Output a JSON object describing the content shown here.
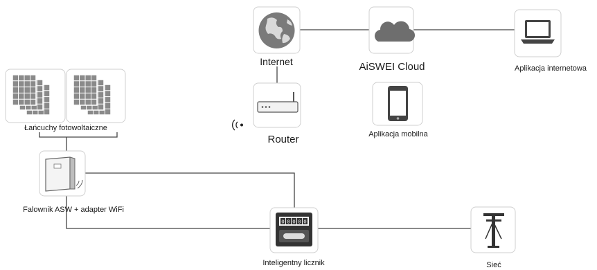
{
  "nodes": {
    "internet": {
      "label": "Internet",
      "icon": "globe-icon"
    },
    "cloud": {
      "label": "AiSWEI Cloud",
      "icon": "cloud-icon"
    },
    "web_app": {
      "label": "Aplikacja internetowa",
      "icon": "laptop-icon"
    },
    "router": {
      "label": "Router",
      "icon": "router-icon"
    },
    "mobile_app": {
      "label": "Aplikacja mobilna",
      "icon": "smartphone-icon"
    },
    "pv_strings": {
      "label": "Łańcuchy fotowoltaiczne",
      "icon": "solar-panel-icon"
    },
    "inverter": {
      "label": "Falownik ASW + adapter WiFi",
      "icon": "inverter-icon"
    },
    "meter": {
      "label": "Inteligentny licznik",
      "icon": "smart-meter-icon"
    },
    "grid": {
      "label": "Sieć",
      "icon": "power-pole-icon"
    }
  },
  "meter_display": "00000",
  "colors": {
    "icon_gray": "#7a7a7a",
    "icon_dark": "#3a3a3a",
    "line": "#444444",
    "box_border": "#cfcfcf"
  }
}
